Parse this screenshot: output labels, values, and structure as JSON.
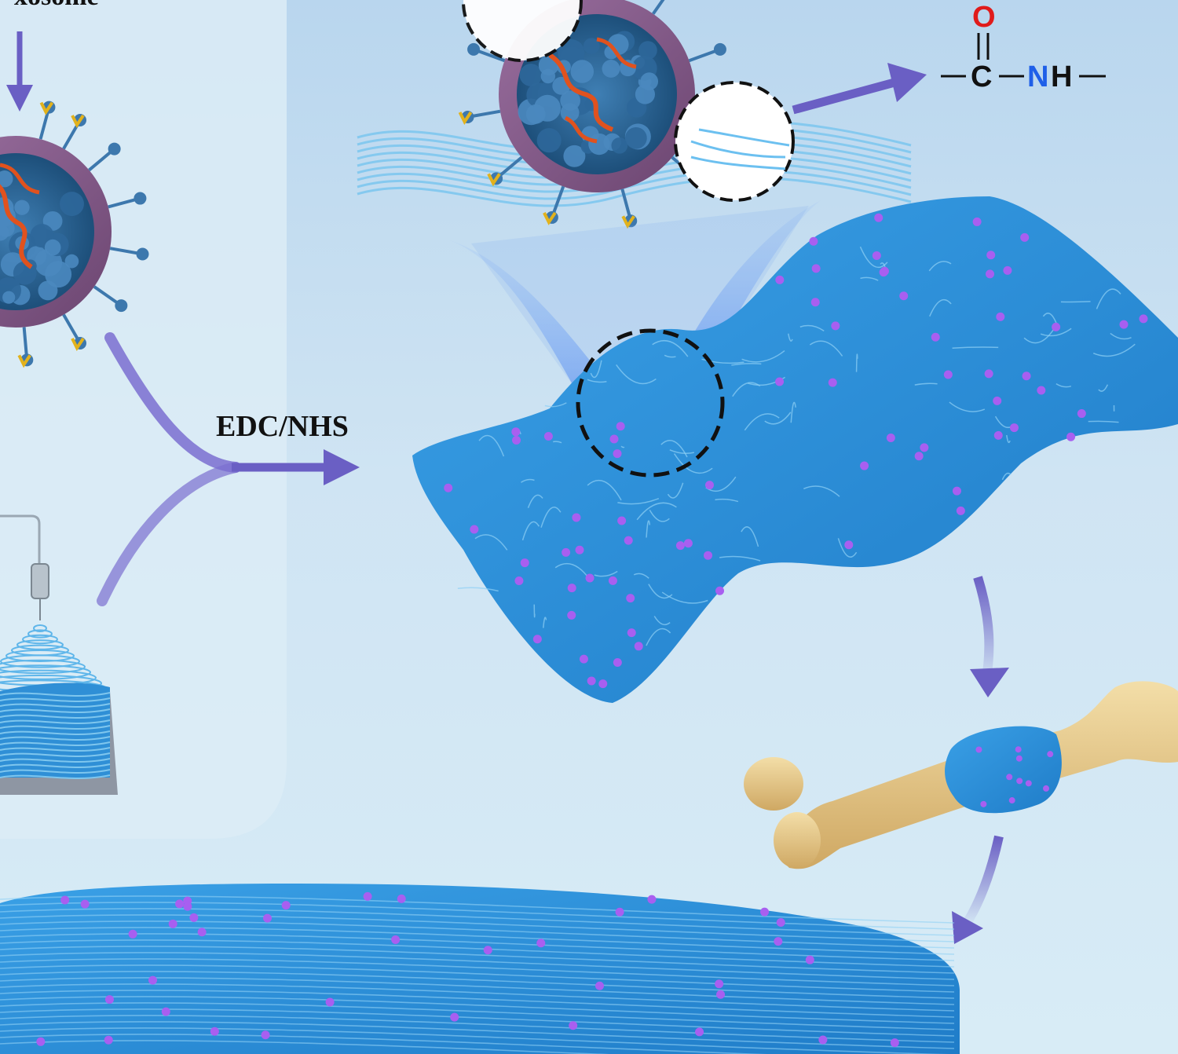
{
  "labels": {
    "exosome": "xosome",
    "reagent": "EDC/NHS"
  },
  "chemistry": {
    "oxygen": "O",
    "carbon": "C",
    "nitrogen_hydrogen": "NH",
    "nitrogen": "N",
    "hydrogen": "H"
  },
  "colors": {
    "background_top": "#b9d6ee",
    "background_bottom": "#d8ecf6",
    "fiber_blue": "#2f8fd6",
    "fiber_light": "#6cc0f0",
    "exosome_dot": "#a85ff0",
    "arrow_purple": "#6a5fc4",
    "membrane": "#8a5f8f",
    "rna_orange": "#e0521e",
    "bone": "#e8cf95",
    "oxygen_red": "#e01b1b",
    "nitrogen_blue": "#1f5fe8"
  },
  "icons": {
    "exosome": "exosome-icon",
    "electrospinning": "electrospinning-setup-icon",
    "scaffold": "nanofiber-scaffold-icon",
    "bone": "femur-bone-icon"
  }
}
